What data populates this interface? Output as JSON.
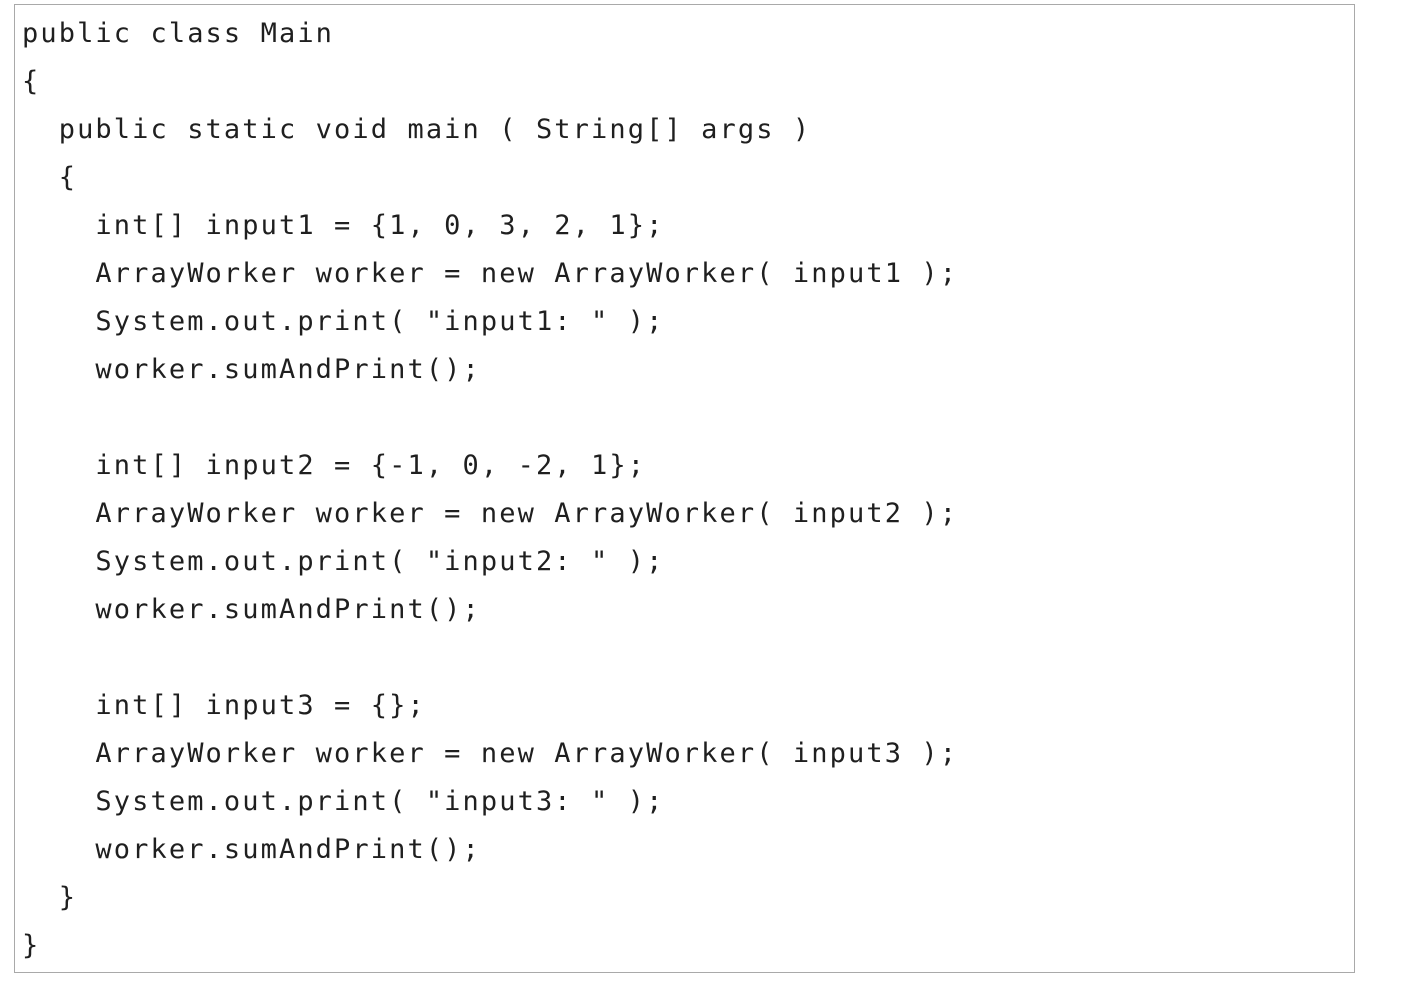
{
  "code": {
    "lines": [
      "public class Main",
      "{",
      "  public static void main ( String[] args )",
      "  {",
      "    int[] input1 = {1, 0, 3, 2, 1};",
      "    ArrayWorker worker = new ArrayWorker( input1 );",
      "    System.out.print( \"input1: \" );",
      "    worker.sumAndPrint();",
      "",
      "    int[] input2 = {-1, 0, -2, 1};",
      "    ArrayWorker worker = new ArrayWorker( input2 );",
      "    System.out.print( \"input2: \" );",
      "    worker.sumAndPrint();",
      "",
      "    int[] input3 = {};",
      "    ArrayWorker worker = new ArrayWorker( input3 );",
      "    System.out.print( \"input3: \" );",
      "    worker.sumAndPrint();",
      "  }",
      "}"
    ]
  }
}
